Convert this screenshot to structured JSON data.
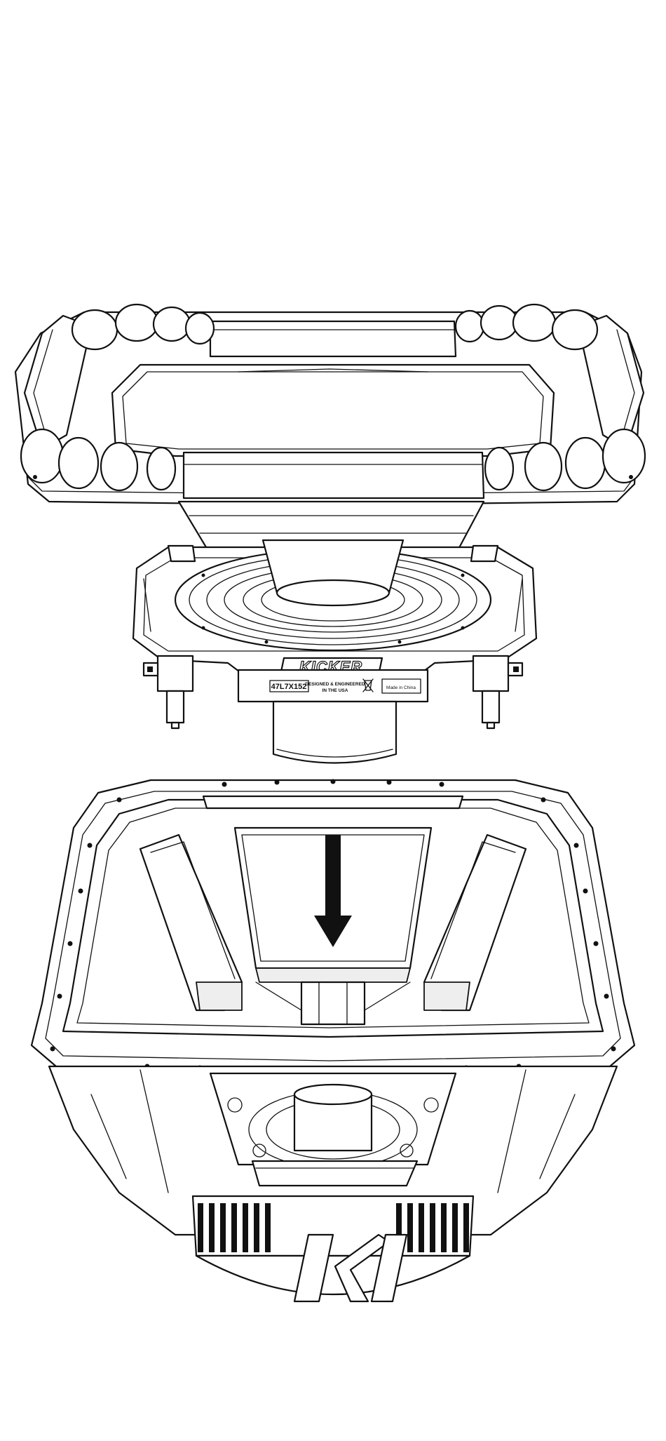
{
  "brand": {
    "wordmark": "KICKER",
    "logo_mark": "K"
  },
  "label_plate": {
    "model": "47L7X152",
    "origin_line1": "DESIGNED & ENGINEERED",
    "origin_line2": "IN THE USA",
    "made_in": "Made in China"
  },
  "colors": {
    "ink": "#111111",
    "paper": "#ffffff"
  },
  "icons": {
    "direction": "arrow-down-icon",
    "disposal": "weee-bin-icon"
  }
}
